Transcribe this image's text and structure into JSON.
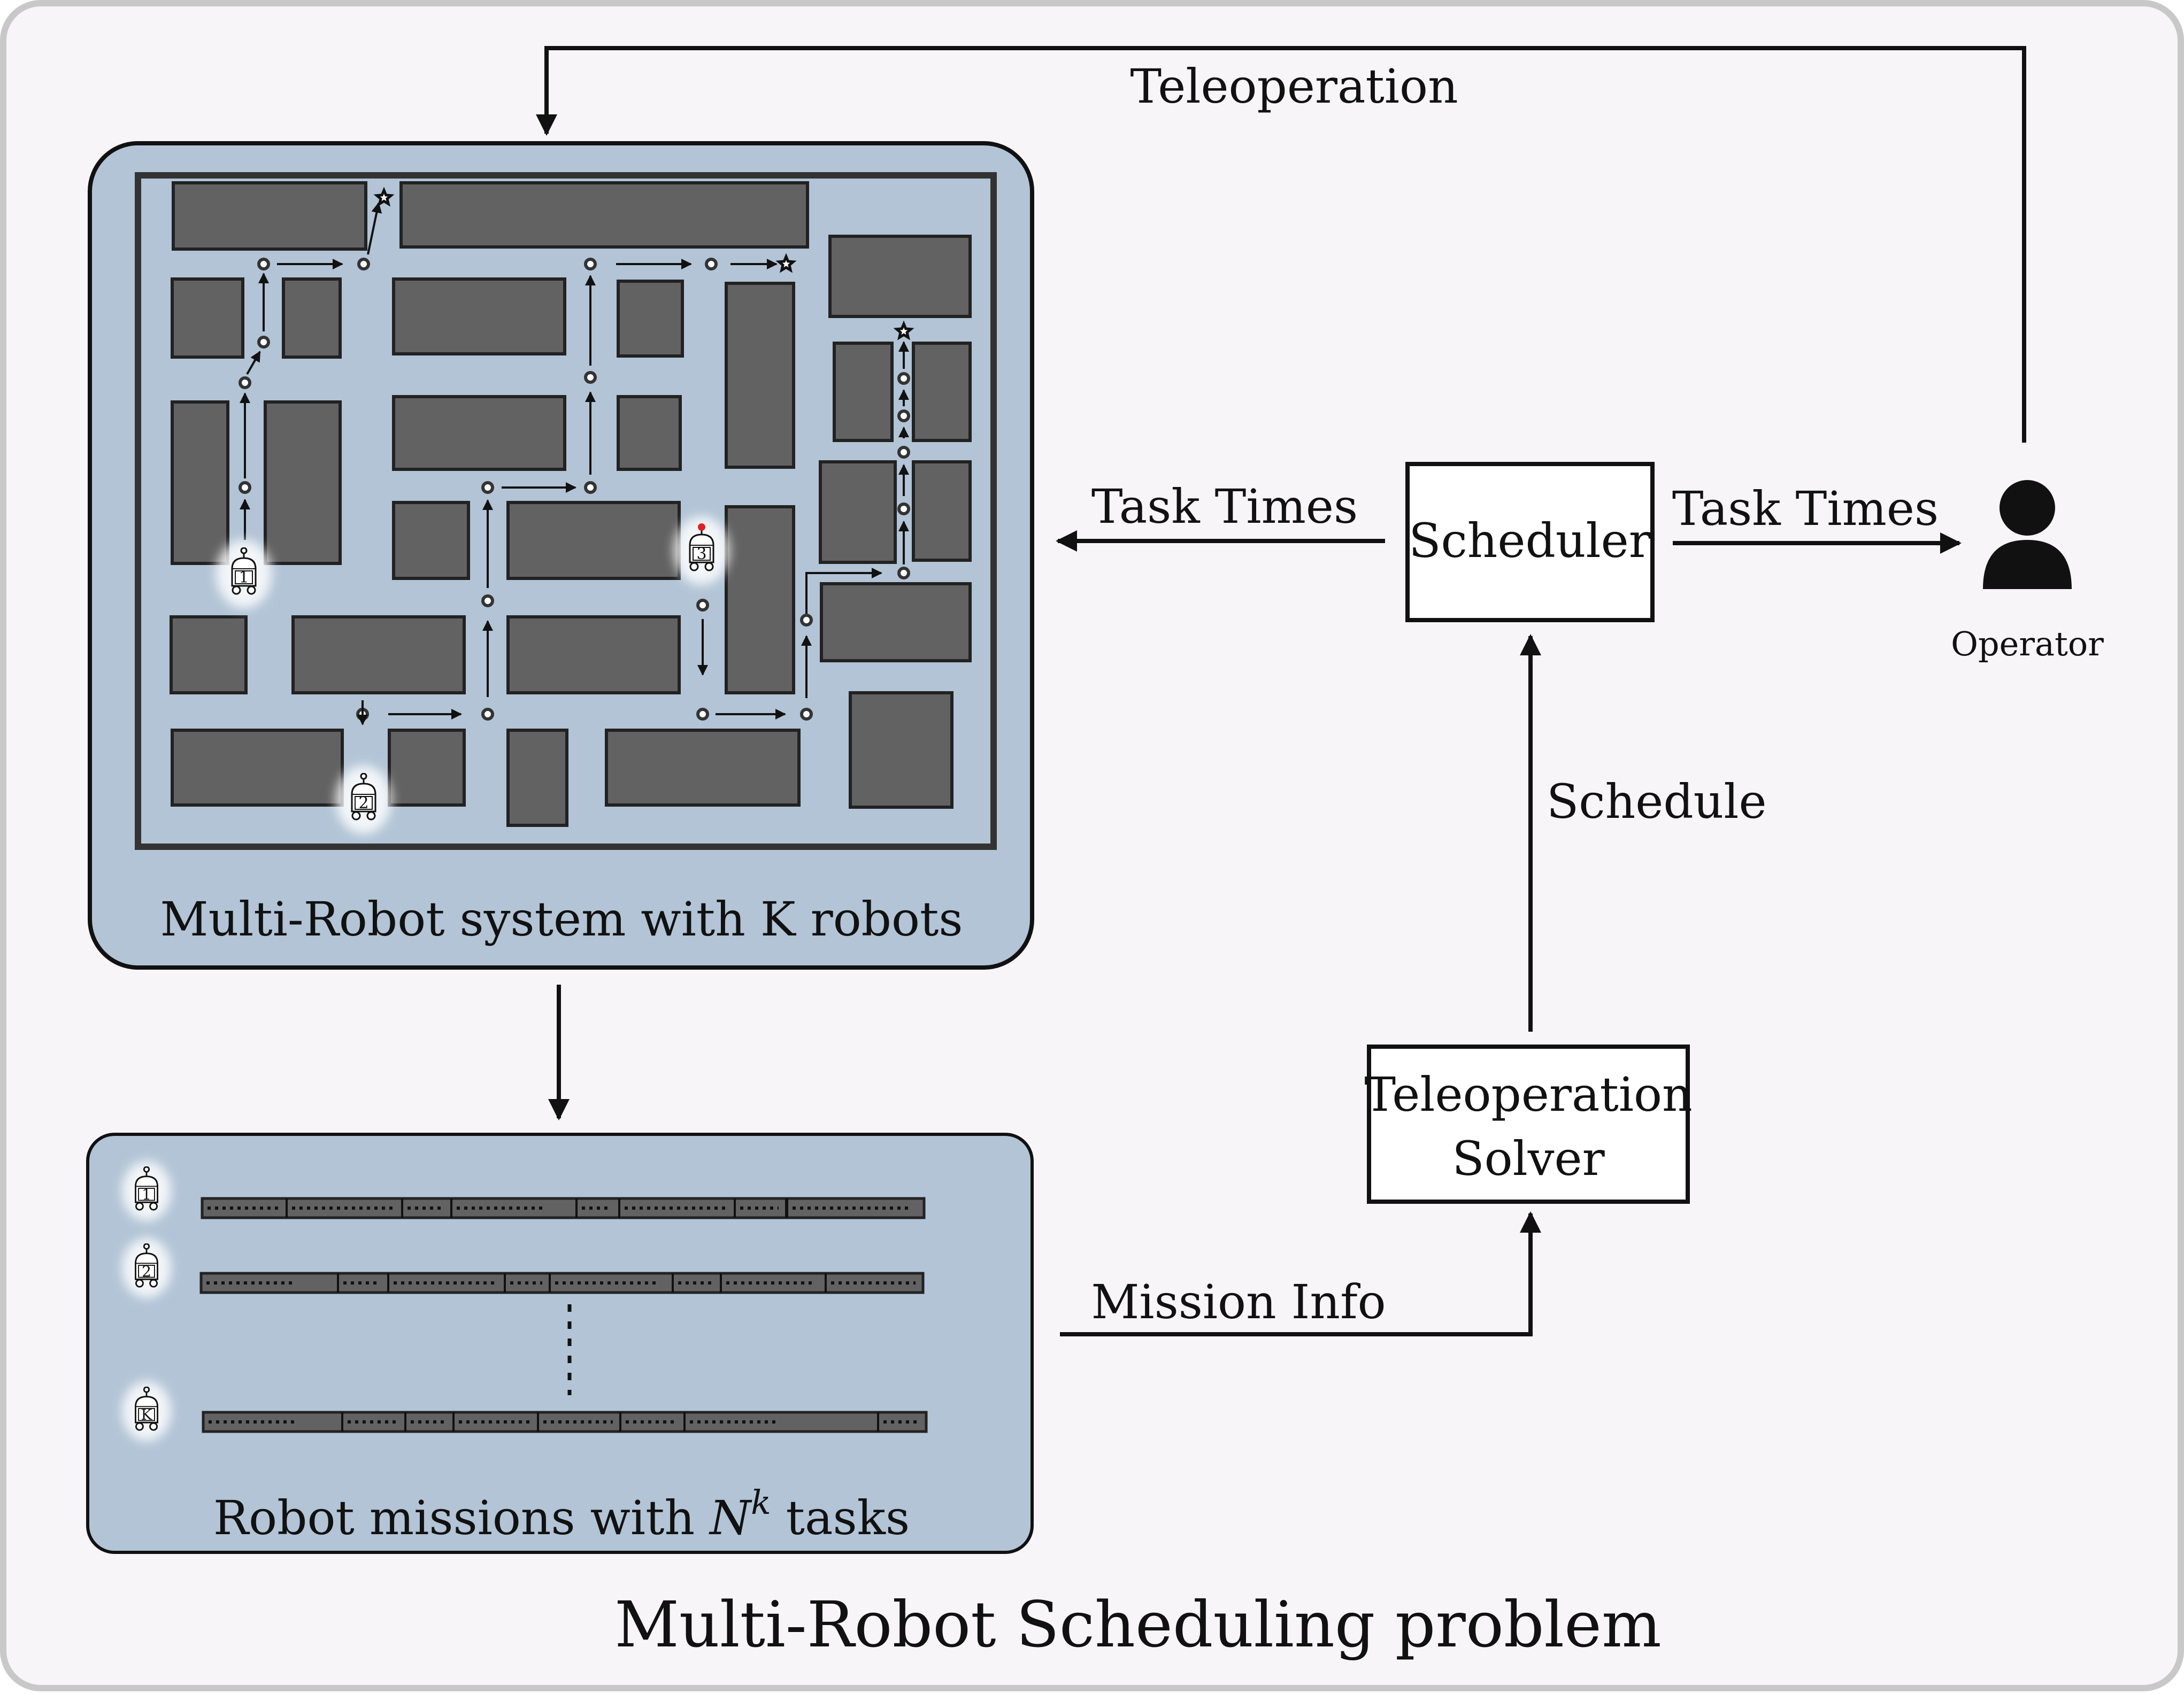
{
  "diagram": {
    "title": "Multi-Robot Scheduling problem",
    "teleoperation_label": "Teleoperation",
    "task_times_left_label": "Task Times",
    "task_times_right_label": "Task Times",
    "scheduler_label": "Scheduler",
    "operator_label": "Operator",
    "schedule_label": "Schedule",
    "solver_label_line1": "Teleoperation",
    "solver_label_line2": "Solver",
    "mission_info_label": "Mission Info",
    "mrs_label": "Multi-Robot system with K robots",
    "missions_label_prefix": "Robot missions with ",
    "missions_label_var": "N",
    "missions_label_sup": "k",
    "missions_label_suffix": " tasks",
    "robot_ids": [
      "1",
      "2",
      "3"
    ],
    "mission_robot_ids": [
      "1",
      "2",
      "K"
    ],
    "colors": {
      "panel_fill": "#b2c4d6",
      "canvas_fill": "#f7f5f8",
      "obstacle_fill": "#626262",
      "border": "#111111"
    }
  }
}
